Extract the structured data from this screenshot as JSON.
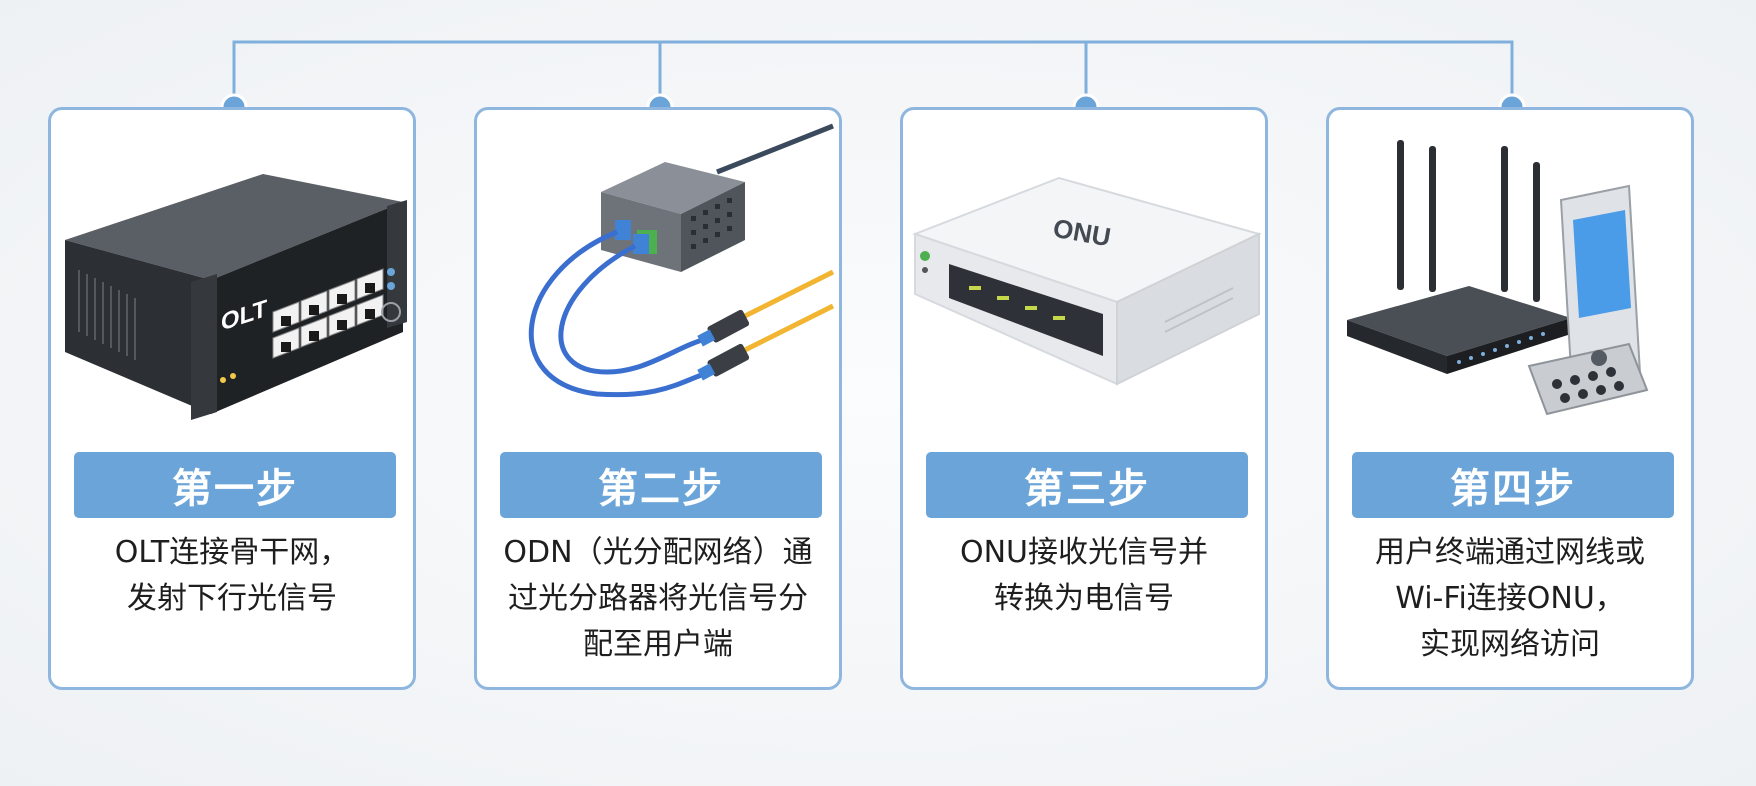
{
  "steps": [
    {
      "title": "第一步",
      "desc": "OLT连接骨干网，\n发射下行光信号",
      "device_label": "OLT",
      "icon": "olt-device"
    },
    {
      "title": "第二步",
      "desc": "ODN（光分配网络）通\n过光分路器将光信号分\n配至用户端",
      "icon": "optical-splitter"
    },
    {
      "title": "第三步",
      "desc": "ONU接收光信号并\n转换为电信号",
      "device_label": "ONU",
      "icon": "onu-device"
    },
    {
      "title": "第四步",
      "desc": "用户终端通过网线或\nWi-Fi连接ONU，\n实现网络访问",
      "icon": "router-and-phone"
    }
  ],
  "colors": {
    "accent": "#6ba4d8",
    "border": "#8fb6de",
    "connector": "#7fb0dd"
  }
}
